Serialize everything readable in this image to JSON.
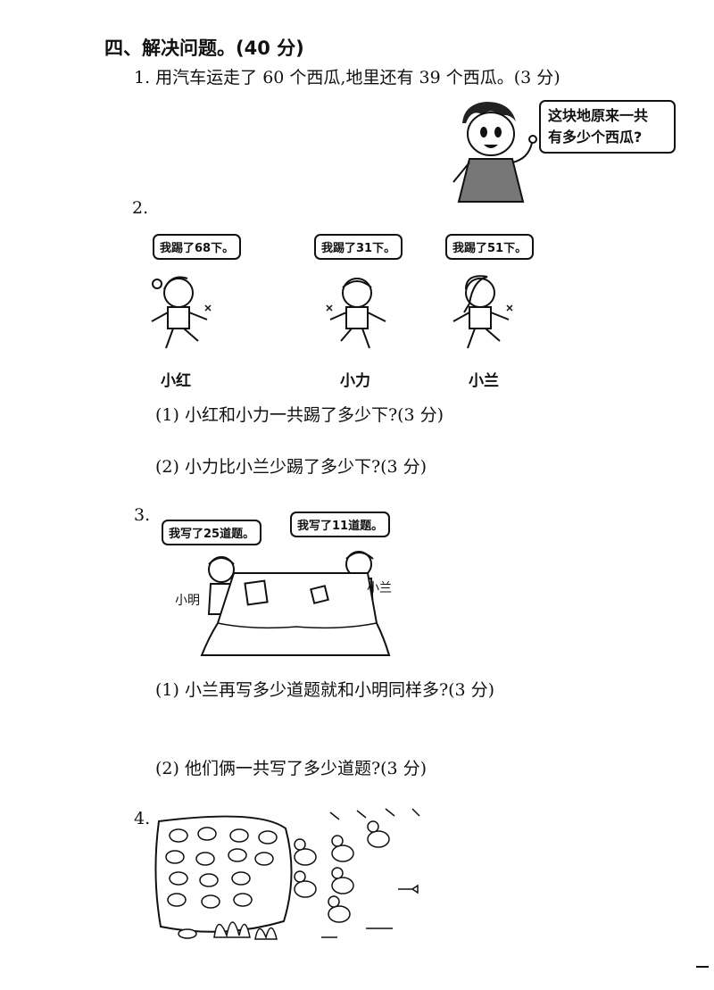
{
  "section": {
    "title": "四、解决问题。(40 分)"
  },
  "q1": {
    "text": "1. 用汽车运走了 60 个西瓜,地里还有 39 个西瓜。(3 分)",
    "bubble_line1": "这块地原来一共",
    "bubble_line2": "有多少个西瓜?"
  },
  "q2": {
    "number": "2.",
    "kids": [
      {
        "bubble": "我踢了68下。",
        "name": "小红"
      },
      {
        "bubble": "我踢了31下。",
        "name": "小力"
      },
      {
        "bubble": "我踢了51下。",
        "name": "小兰"
      }
    ],
    "sub1": "(1) 小红和小力一共踢了多少下?(3 分)",
    "sub2": "(2) 小力比小兰少踢了多少下?(3 分)"
  },
  "q3": {
    "number": "3.",
    "bubble_left": "我写了25道题。",
    "bubble_right": "我写了11道题。",
    "name_left": "小明",
    "name_right": "小兰",
    "sub1": "(1) 小兰再写多少道题就和小明同样多?(3 分)",
    "sub2": "(2) 他们俩一共写了多少道题?(3 分)"
  },
  "q4": {
    "number": "4."
  }
}
